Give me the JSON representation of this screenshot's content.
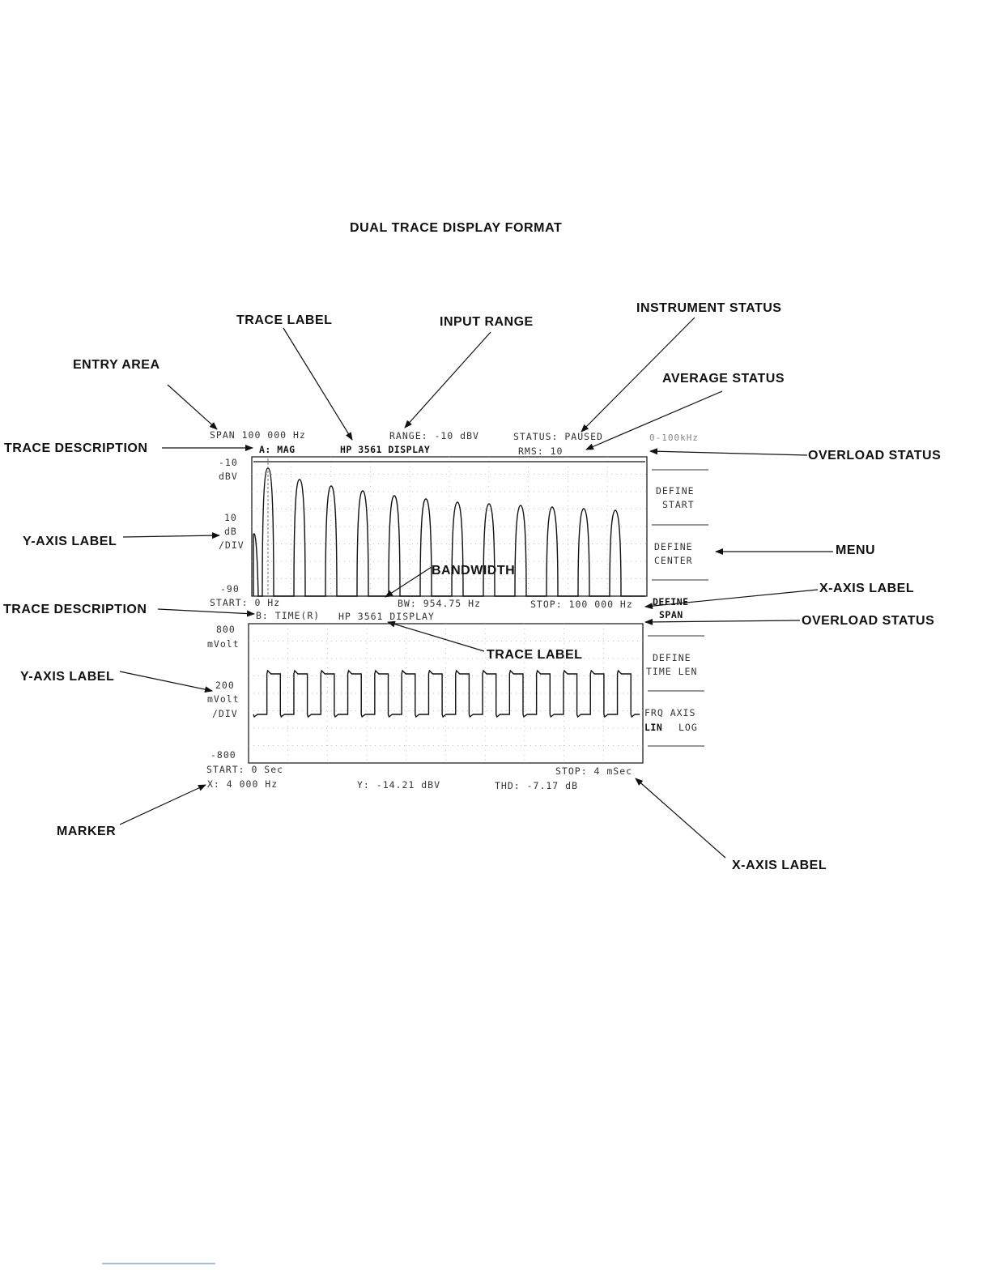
{
  "title": "DUAL TRACE DISPLAY FORMAT",
  "callouts": {
    "trace_label_top": "TRACE LABEL",
    "input_range": "INPUT RANGE",
    "instrument_status": "INSTRUMENT STATUS",
    "entry_area": "ENTRY  AREA",
    "average_status": "AVERAGE STATUS",
    "trace_description_top": "TRACE DESCRIPTION",
    "overload_status_top": "OVERLOAD STATUS",
    "y_axis_label_top": "Y-AXIS LABEL",
    "menu": "MENU",
    "bandwidth": "BANDWIDTH",
    "x_axis_label_top": "X-AXIS LABEL",
    "trace_description_bottom": "TRACE DESCRIPTION",
    "overload_status_bottom": "OVERLOAD STATUS",
    "trace_label_bottom": "TRACE LABEL",
    "y_axis_label_bottom": "Y-AXIS   LABEL",
    "marker": "MARKER",
    "x_axis_label_bottom": "X-AXIS   LABEL"
  },
  "screen": {
    "entry": "SPAN   100 000 Hz",
    "range": "RANGE:  -10 dBV",
    "status": "STATUS:  PAUSED",
    "freq_range": "0-100kHz",
    "trace_a": {
      "description": "A: MAG",
      "label": "HP 3561 DISPLAY",
      "average": "RMS:  10",
      "y_top": "-10",
      "y_top_unit": "dBV",
      "y_scale": "10",
      "y_scale_unit": "dB",
      "y_scale_div": "/DIV",
      "y_bottom": "-90",
      "x_start": "START:  0   Hz",
      "bandwidth": "BW:  954.75  Hz",
      "x_stop": "STOP:  100 000  Hz"
    },
    "trace_b": {
      "description": "B: TIME(R)",
      "label": "HP 3561 DISPLAY",
      "y_top": "800",
      "y_top_unit": "mVolt",
      "y_scale": "200",
      "y_scale_unit": "mVolt",
      "y_scale_div": "/DIV",
      "y_bottom": "-800",
      "x_start": "START:  0   Sec",
      "x_stop": "STOP:  4  mSec"
    },
    "marker": {
      "x": "X:  4  000  Hz",
      "y": "Y: -14.21  dBV",
      "thd": "THD: -7.17  dB"
    },
    "menu": [
      {
        "line1": "DEFINE",
        "line2": "START"
      },
      {
        "line1": "DEFINE",
        "line2": "CENTER"
      },
      {
        "line1": "DEFINE",
        "line2": "SPAN"
      },
      {
        "line1": "DEFINE",
        "line2": "TIME LEN"
      },
      {
        "line1": "FRQ AXIS",
        "line2": "LIN",
        "line3": "LOG"
      }
    ]
  }
}
